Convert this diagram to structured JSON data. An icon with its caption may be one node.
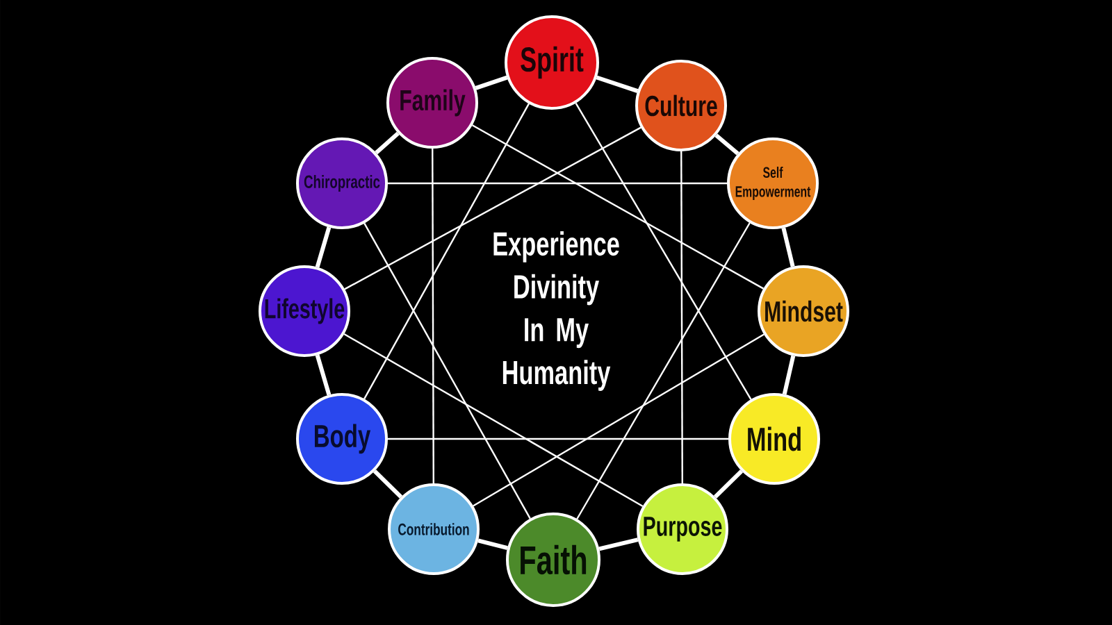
{
  "diagram": {
    "nodes": [
      {
        "text": [
          "Spirit"
        ]
      },
      {
        "text": [
          "Culture"
        ]
      },
      {
        "text": [
          "Self Empowerment"
        ]
      },
      {
        "text": [
          "Mindset"
        ]
      },
      {
        "text": [
          "Mind"
        ]
      },
      {
        "text": [
          "Purpose"
        ]
      },
      {
        "text": [
          "Faith"
        ]
      },
      {
        "text": [
          "Contribution"
        ]
      },
      {
        "text": [
          "Body"
        ]
      },
      {
        "text": [
          "Lifestyle"
        ]
      },
      {
        "text": [
          "Chiropractic"
        ]
      },
      {
        "text": [
          "Family"
        ]
      }
    ],
    "edges": [
      {
        "from": 0,
        "to": 1,
        "arrow": "none",
        "style": "thick"
      },
      {
        "from": 1,
        "to": 2,
        "arrow": "none",
        "style": "thick"
      },
      {
        "from": 2,
        "to": 3,
        "arrow": "none",
        "style": "thick"
      },
      {
        "from": 3,
        "to": 4,
        "arrow": "none",
        "style": "thick"
      },
      {
        "from": 4,
        "to": 5,
        "arrow": "none",
        "style": "thick"
      },
      {
        "from": 5,
        "to": 6,
        "arrow": "none",
        "style": "thick"
      },
      {
        "from": 6,
        "to": 7,
        "arrow": "none",
        "style": "thick"
      },
      {
        "from": 7,
        "to": 8,
        "arrow": "none",
        "style": "thick"
      },
      {
        "from": 8,
        "to": 9,
        "arrow": "none",
        "style": "thick"
      },
      {
        "from": 9,
        "to": 10,
        "arrow": "none",
        "style": "thick"
      },
      {
        "from": 10,
        "to": 11,
        "arrow": "none",
        "style": "thick"
      },
      {
        "from": 11,
        "to": 0,
        "arrow": "none",
        "style": "thick"
      },
      {
        "from": 0,
        "to": 4,
        "arrow": "none"
      },
      {
        "from": 4,
        "to": 8,
        "arrow": "none"
      },
      {
        "from": 8,
        "to": 0,
        "arrow": "none"
      },
      {
        "from": 1,
        "to": 5,
        "arrow": "none"
      },
      {
        "from": 5,
        "to": 9,
        "arrow": "none"
      },
      {
        "from": 9,
        "to": 1,
        "arrow": "none"
      },
      {
        "from": 2,
        "to": 6,
        "arrow": "none"
      },
      {
        "from": 6,
        "to": 10,
        "arrow": "none"
      },
      {
        "from": 10,
        "to": 2,
        "arrow": "none"
      },
      {
        "from": 3,
        "to": 7,
        "arrow": "none"
      },
      {
        "from": 7,
        "to": 11,
        "arrow": "none"
      },
      {
        "from": 11,
        "to": 3,
        "arrow": "none"
      }
    ],
    "labels": [
      "Experience Divinity In My Humanity"
    ]
  }
}
